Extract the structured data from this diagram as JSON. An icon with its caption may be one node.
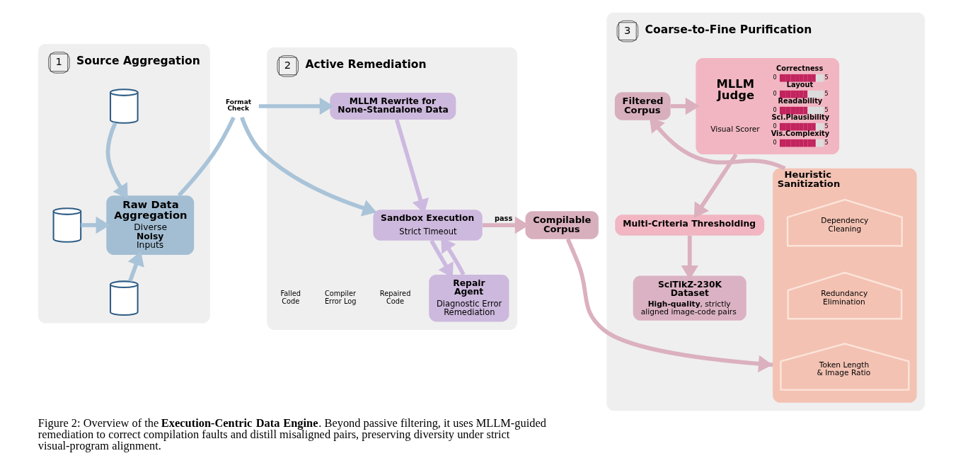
{
  "diagram": {
    "caption": "Figure 2: Overview of the **Execution-Centric Data Engine**. Beyond passive filtering, it uses MLLM-guided remediation to correct compilation faults and distill misaligned pairs, preserving diversity under strict visual-program alignment.",
    "nodes": [
      {
        "text": [
          "1",
          "Source Aggregation"
        ]
      },
      {
        "text": [],
        "shape": "cylinder",
        "in": 0
      },
      {
        "text": [],
        "shape": "cylinder",
        "in": 0
      },
      {
        "text": [],
        "shape": "cylinder",
        "in": 0
      },
      {
        "text": [
          "Raw Data Aggregation",
          "Diverse **Noisy** Inputs"
        ],
        "in": 0
      },
      {
        "text": [
          "Format Check"
        ]
      },
      {
        "text": [
          "2",
          "Active Remediation"
        ]
      },
      {
        "text": [
          "MLLM Rewrite for None-Standalone Data"
        ],
        "in": 6
      },
      {
        "text": [
          "Sandbox Execution",
          "Strict Timeout"
        ],
        "in": 6
      },
      {
        "text": [
          "Repair Agent",
          "Diagnostic Error Remediation"
        ],
        "in": 6
      },
      {
        "text": [
          "Compilable Corpus"
        ]
      },
      {
        "text": [
          "3",
          "Coarse-to-Fine Purification"
        ]
      },
      {
        "text": [
          "Filtered Corpus"
        ],
        "in": 11
      },
      {
        "text": [
          "Heuristic Sanitization"
        ],
        "in": 11
      },
      {
        "text": [
          "Dependency Cleaning"
        ],
        "in": 13
      },
      {
        "text": [
          "Redundancy Elimination"
        ],
        "in": 13
      },
      {
        "text": [
          "Token Length & Image Ratio"
        ],
        "in": 13
      },
      {
        "text": [
          "MLLM Judge",
          "Visual Scorer",
          "Correctness",
          "0",
          "5",
          "Layout",
          "0",
          "5",
          "Readability",
          "0",
          "5",
          "Sci.Plausibility",
          "0",
          "5",
          "Vis.Complexity",
          "0",
          "5"
        ],
        "in": 11
      },
      {
        "text": [
          "Multi-Criteria Thresholding"
        ],
        "in": 11
      },
      {
        "text": [
          "SciTikZ-230K Dataset",
          "**High-quality**, strictly aligned image-code pairs"
        ],
        "in": 11
      }
    ],
    "edges": [
      {
        "from": 1,
        "to": 4,
        "arrow": "to",
        "color": "#a9c3d8"
      },
      {
        "from": 2,
        "to": 4,
        "arrow": "to",
        "color": "#a9c3d8"
      },
      {
        "from": 3,
        "to": 4,
        "arrow": "to",
        "color": "#a9c3d8"
      },
      {
        "from": 4,
        "to": 5,
        "arrow": "none",
        "color": "#a9c3d8"
      },
      {
        "from": 5,
        "to": 7,
        "arrow": "to",
        "color": "#a9c3d8"
      },
      {
        "from": 5,
        "to": 8,
        "arrow": "to",
        "color": "#a9c3d8"
      },
      {
        "from": 7,
        "to": 8,
        "arrow": "to",
        "color": "#cdb9e0"
      },
      {
        "from": 8,
        "to": 9,
        "arrow": "to",
        "color": "#cdb9e0"
      },
      {
        "from": 9,
        "to": 8,
        "arrow": "to",
        "color": "#cdb9e0"
      },
      {
        "from": 8,
        "to": 10,
        "arrow": "to",
        "label": "pass",
        "color": "#dbb0bf"
      },
      {
        "from": 10,
        "to": 13,
        "arrow": "to",
        "color": "#dbb0bf"
      },
      {
        "from": 13,
        "to": 12,
        "arrow": "to",
        "color": "#dbb0bf"
      },
      {
        "from": 12,
        "to": 17,
        "arrow": "to",
        "color": "#dbb0bf"
      },
      {
        "from": 17,
        "to": 18,
        "arrow": "to",
        "color": "#dbb0bf"
      },
      {
        "from": 18,
        "to": 19,
        "arrow": "to",
        "color": "#dbb0bf"
      }
    ],
    "labels": [
      "Falled Code",
      "Compiler Error Log",
      "Repaired Code"
    ]
  }
}
